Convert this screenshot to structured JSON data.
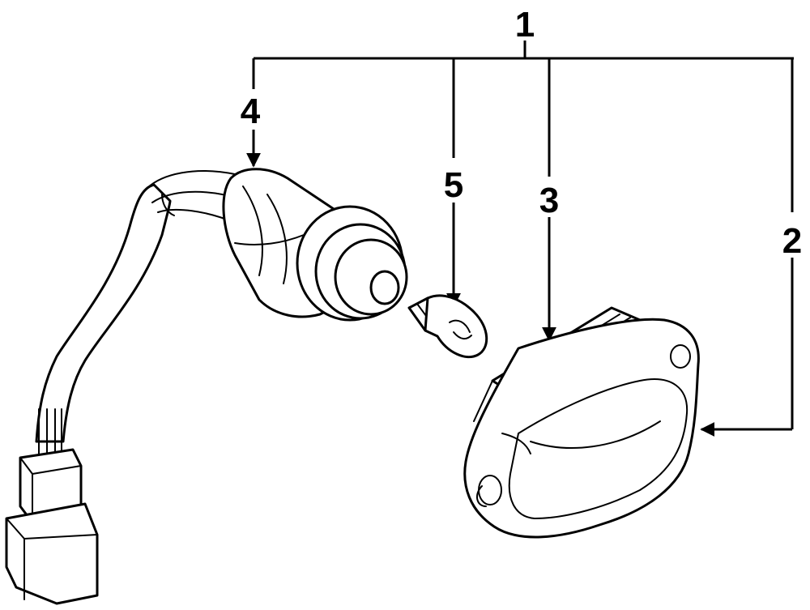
{
  "diagram": {
    "callouts": {
      "assembly": "1",
      "lamp_housing": "2",
      "lens": "3",
      "socket_harness": "4",
      "bulb": "5"
    },
    "colors": {
      "line": "#000000",
      "background": "#ffffff"
    }
  }
}
